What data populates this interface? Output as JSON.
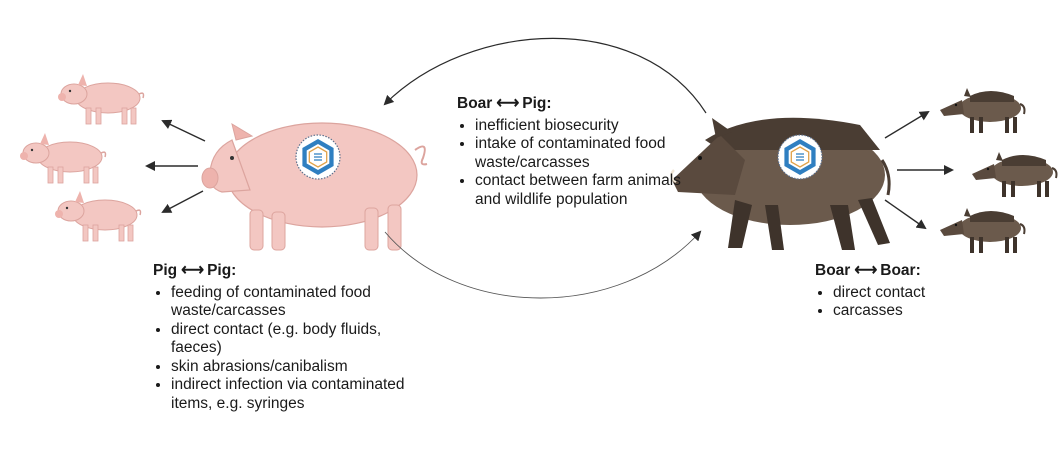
{
  "center": {
    "title_left": "Boar",
    "title_right": "Pig:",
    "items": [
      "inefficient biosecurity",
      "intake of contaminated food waste/carcasses",
      "contact between farm animals and wildlife population"
    ]
  },
  "pig": {
    "title_left": "Pig",
    "title_right": "Pig:",
    "items": [
      "feeding of contaminated food waste/carcasses",
      "direct contact (e.g. body fluids, faeces)",
      "skin abrasions/canibalism",
      "indirect infection via contaminated items, e.g. syringes"
    ]
  },
  "boar": {
    "title_left": "Boar",
    "title_right": "Boar:",
    "items": [
      "direct contact",
      "carcasses"
    ]
  },
  "colors": {
    "pig": "#f3c7c2",
    "pig_outline": "#dca49e",
    "boar": "#6b5a4c",
    "boar_dark": "#4a3d33",
    "virus_blue": "#2f7fc1",
    "arrow": "#2b2b2b"
  }
}
